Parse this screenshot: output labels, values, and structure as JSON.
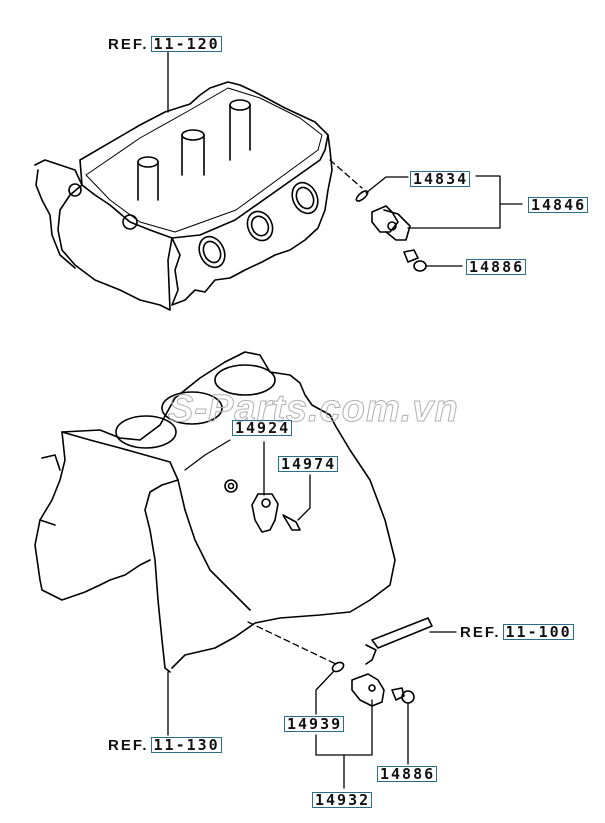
{
  "diagram": {
    "type": "exploded-parts-diagram",
    "watermark": "S-Parts.com.vn",
    "reference_prefix": "REF.",
    "references": [
      {
        "id": "ref-cylinder-head",
        "prefix": "REF.",
        "code": "11-120"
      },
      {
        "id": "ref-engine-oil",
        "prefix": "REF.",
        "code": "11-100"
      },
      {
        "id": "ref-cylinder-block",
        "prefix": "REF.",
        "code": "11-130"
      }
    ],
    "parts": [
      {
        "id": "oring-upper",
        "number": "14834"
      },
      {
        "id": "cam-sensor-assy",
        "number": "14846"
      },
      {
        "id": "bolt-upper",
        "number": "14886"
      },
      {
        "id": "knock-sensor",
        "number": "14924"
      },
      {
        "id": "knock-bolt",
        "number": "14974"
      },
      {
        "id": "oring-lower",
        "number": "14939"
      },
      {
        "id": "crank-sensor-assy",
        "number": "14932"
      },
      {
        "id": "bolt-lower",
        "number": "14886"
      }
    ],
    "colors": {
      "line": "#000000",
      "label_box": "#2a6f8a",
      "watermark": "#b0b0b0"
    }
  }
}
